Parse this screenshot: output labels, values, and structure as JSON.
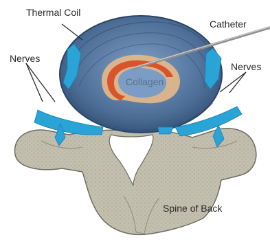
{
  "labels": {
    "thermal_coil": "Thermal Coil",
    "catheter": "Catheter",
    "nerves_left": "Nerves",
    "nerves_right": "Nerves",
    "collagen": "Collagen",
    "spine": "Spine of Back"
  },
  "colors": {
    "disc_outer": "#3f5f86",
    "disc_inner": "#6d8fb8",
    "nerve": "#2aa3d6",
    "collagen_red": "#d9532b",
    "collagen_tan": "#e6b98a",
    "bone": "#bfbcaa",
    "bone_dark": "#8f8c7d"
  }
}
